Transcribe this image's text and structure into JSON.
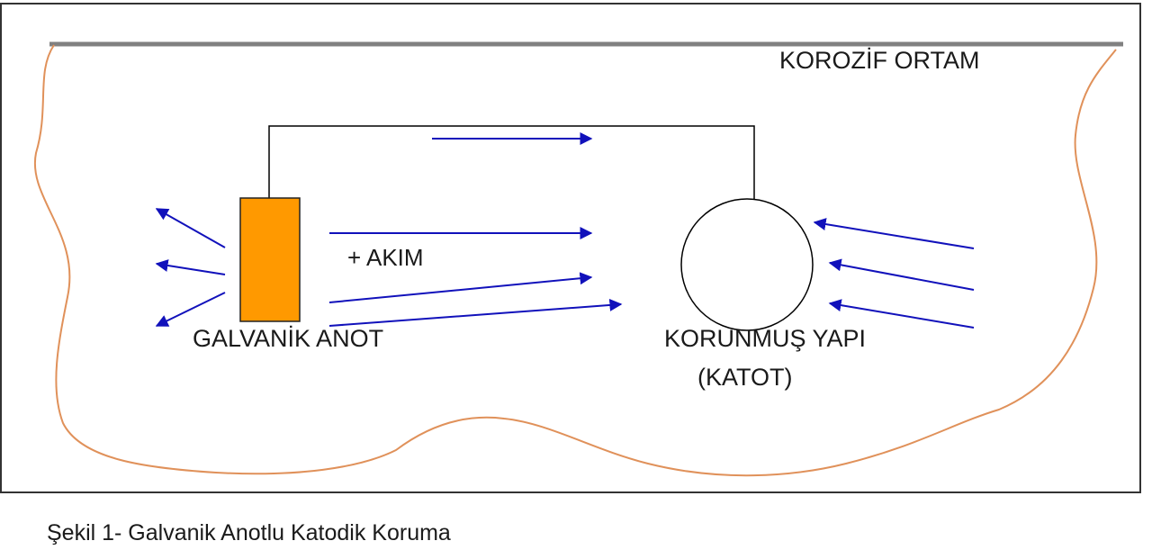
{
  "diagram": {
    "medium_label": "KOROZİF ORTAM",
    "current_label": "+ AKIM",
    "anode_label": "GALVANİK ANOT",
    "structure_label": "KORUNMUŞ YAPI",
    "cathode_label": "(KATOT)"
  },
  "caption": "Şekil 1- Galvanik Anotlu Katodik Koruma",
  "colors": {
    "anode_fill": "#FF9900",
    "arrow": "#1111BB",
    "boundary": "#E0915A",
    "wire": "#000000",
    "surface_line": "#808080"
  }
}
